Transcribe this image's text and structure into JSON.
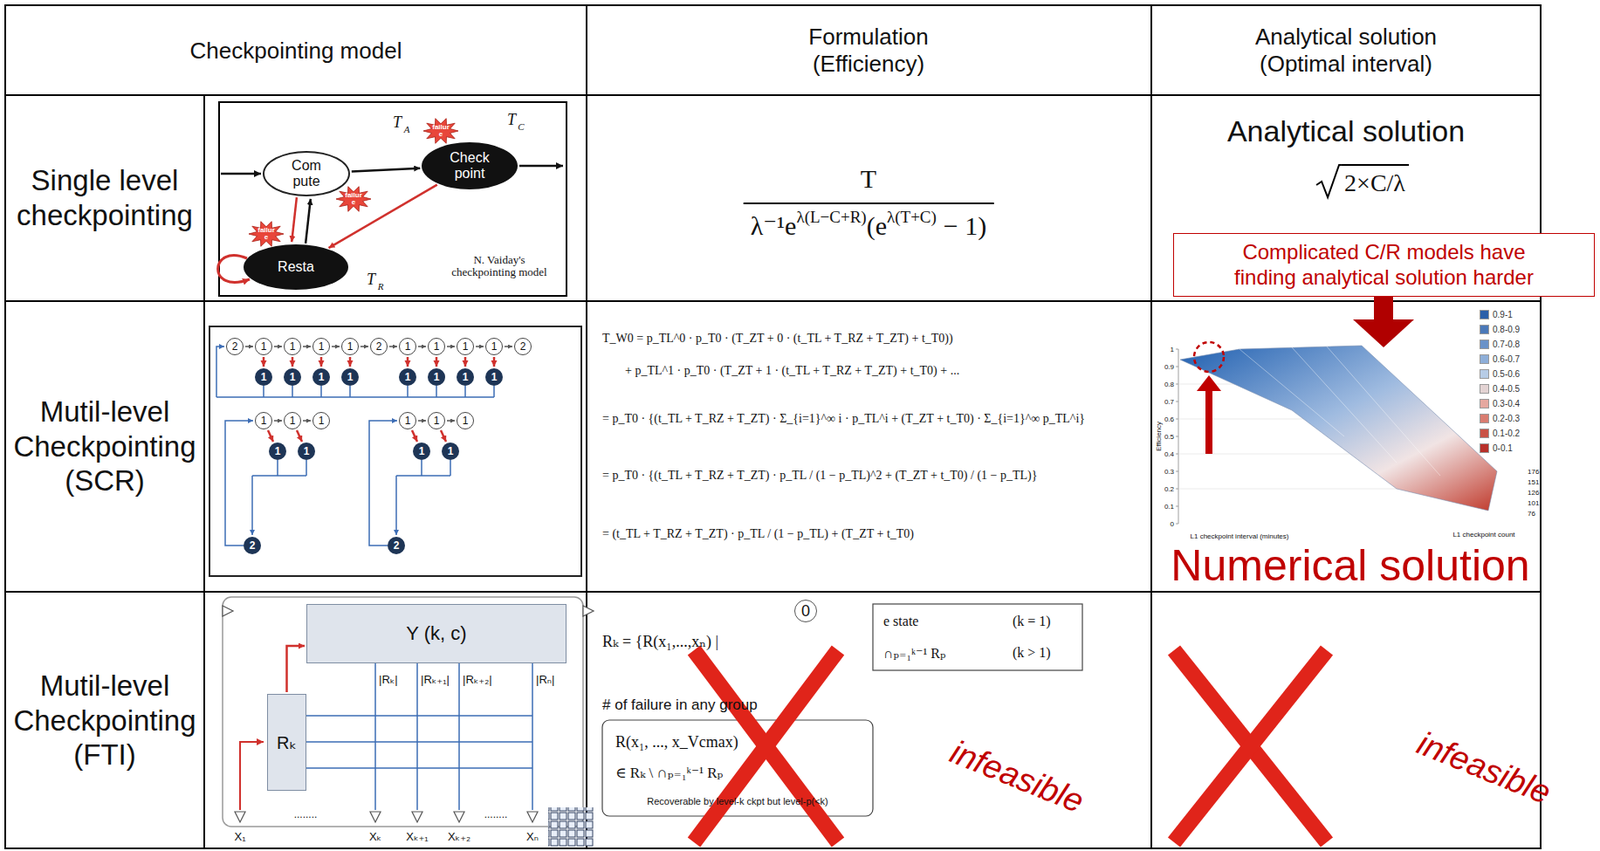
{
  "diagram": {
    "nodes": [
      {
        "text": [
          "Com pute"
        ]
      },
      {
        "text": [
          "failure"
        ]
      },
      {
        "text": [
          "Check point"
        ]
      },
      {
        "text": [
          "failure"
        ]
      },
      {
        "text": [
          "Resta"
        ]
      },
      {
        "text": [
          "failure"
        ]
      },
      {
        "text": [
          "Complicated C/R models have finding analytical solution harder"
        ]
      },
      {
        "text": [
          "2"
        ]
      },
      {
        "text": [
          "1"
        ]
      },
      {
        "text": [
          "1"
        ]
      },
      {
        "text": [
          "1"
        ]
      },
      {
        "text": [
          "1"
        ]
      },
      {
        "text": [
          "2"
        ]
      },
      {
        "text": [
          "1"
        ]
      },
      {
        "text": [
          "1"
        ]
      },
      {
        "text": [
          "1"
        ]
      },
      {
        "text": [
          "1"
        ]
      },
      {
        "text": [
          "2"
        ]
      },
      {
        "text": [
          "1"
        ]
      },
      {
        "text": [
          "1"
        ]
      },
      {
        "text": [
          "1"
        ]
      },
      {
        "text": [
          "1"
        ]
      },
      {
        "text": [
          "1"
        ]
      },
      {
        "text": [
          "1"
        ]
      },
      {
        "text": [
          "1"
        ]
      },
      {
        "text": [
          "1"
        ]
      },
      {
        "text": [
          "1"
        ]
      },
      {
        "text": [
          "1"
        ]
      },
      {
        "text": [
          "1"
        ]
      },
      {
        "text": [
          "1"
        ]
      },
      {
        "text": [
          "1"
        ]
      },
      {
        "text": [
          "2"
        ]
      },
      {
        "text": [
          "1"
        ]
      },
      {
        "text": [
          "1"
        ]
      },
      {
        "text": [
          "1"
        ]
      },
      {
        "text": [
          "1"
        ]
      },
      {
        "text": [
          "1"
        ]
      },
      {
        "text": [
          "2"
        ]
      },
      {
        "text": [
          "Y (k, c)"
        ]
      },
      {
        "text": [
          "Rₖ"
        ]
      }
    ],
    "edges": [
      {
        "from": 0,
        "to": 2,
        "arrow": "to"
      },
      {
        "from": 2,
        "to": 4,
        "arrow": "to"
      },
      {
        "from": 0,
        "to": 4,
        "arrow": "to"
      },
      {
        "from": 4,
        "to": 0,
        "arrow": "to"
      },
      {
        "from": 7,
        "to": 8,
        "arrow": "to"
      },
      {
        "from": 8,
        "to": 9,
        "arrow": "to"
      },
      {
        "from": 9,
        "to": 10,
        "arrow": "to"
      },
      {
        "from": 10,
        "to": 11,
        "arrow": "to"
      },
      {
        "from": 11,
        "to": 12,
        "arrow": "to"
      },
      {
        "from": 12,
        "to": 13,
        "arrow": "to"
      },
      {
        "from": 13,
        "to": 14,
        "arrow": "to"
      },
      {
        "from": 14,
        "to": 15,
        "arrow": "to"
      },
      {
        "from": 15,
        "to": 16,
        "arrow": "to"
      },
      {
        "from": 16,
        "to": 17,
        "arrow": "to"
      },
      {
        "from": 8,
        "to": 18,
        "arrow": "to"
      },
      {
        "from": 9,
        "to": 19,
        "arrow": "to"
      },
      {
        "from": 10,
        "to": 20,
        "arrow": "to"
      },
      {
        "from": 11,
        "to": 21,
        "arrow": "to"
      },
      {
        "from": 13,
        "to": 22,
        "arrow": "to"
      },
      {
        "from": 14,
        "to": 23,
        "arrow": "to"
      },
      {
        "from": 15,
        "to": 24,
        "arrow": "to"
      },
      {
        "from": 16,
        "to": 25,
        "arrow": "to"
      },
      {
        "from": 26,
        "to": 27,
        "arrow": "to"
      },
      {
        "from": 27,
        "to": 28,
        "arrow": "to"
      },
      {
        "from": 26,
        "to": 29,
        "arrow": "to"
      },
      {
        "from": 27,
        "to": 30,
        "arrow": "to"
      },
      {
        "from": 32,
        "to": 33,
        "arrow": "to"
      },
      {
        "from": 33,
        "to": 34,
        "arrow": "to"
      },
      {
        "from": 32,
        "to": 35,
        "arrow": "to"
      },
      {
        "from": 33,
        "to": 36,
        "arrow": "to"
      },
      {
        "from": 39,
        "to": 38,
        "arrow": "to"
      }
    ],
    "labels": [
      "Checkpointing model",
      "Formulation (Efficiency)",
      "Analytical solution (Optimal interval)",
      "Single level checkpointing",
      "Mutil-level Checkpointing (SCR)",
      "Mutil-level Checkpointing (FTI)",
      "T",
      "A",
      "T",
      "C",
      "T",
      "R",
      "N. Vaiday's checkpointing model",
      "T",
      "λ⁻¹e",
      "λ(L−C+R)",
      "(e",
      "λ(T+C)",
      "− 1)",
      "Analytical solution",
      "2×C/λ",
      "T_W0 = p_TL^0 · p_T0 · (T_ZT + 0 · (t_TL + T_RZ + T_ZT) + t_T0))",
      "+ p_TL^1 · p_T0 · (T_ZT + 1 · (t_TL + T_RZ + T_ZT) + t_T0) + ...",
      "= p_T0 · {(t_TL + T_RZ + T_ZT) · Σ_{i=1}^∞ i · p_TL^i + (T_ZT + t_T0) · Σ_{i=1}^∞ p_TL^i}",
      "= p_T0 · {(t_TL + T_RZ + T_ZT) · p_TL / (1 − p_TL)^2 + (T_ZT + t_T0) / (1 − p_TL)}",
      "= (t_TL + T_RZ + T_ZT) · p_TL / (1 − p_TL) + (T_ZT + t_T0)",
      "Efficiency",
      "1",
      "0.9",
      "0.8",
      "0.7",
      "0.6",
      "0.5",
      "0.4",
      "0.3",
      "0.2",
      "0.1",
      "0",
      "L1 checkpoint interval (minutes)",
      "L1 checkpoint count",
      "176",
      "151",
      "126",
      "101",
      "76",
      "Numerical solution",
      "|Rₖ|",
      "|Rₖ₊₁|",
      "|Rₖ₊₂|",
      "|Rₙ|",
      "X₁",
      "Xₖ",
      "Xₖ₊₁",
      "Xₖ₊₂",
      "Xₙ",
      "........",
      "........",
      "0",
      "Rₖ = {R(x₁,...,xₙ) |",
      "e state",
      "(k = 1)",
      "∩ₚ₌₁ᵏ⁻¹ Rₚ",
      "(k > 1)",
      "# of failure in any group",
      "R(x₁, ..., x_Vcmax)",
      "∈ Rₖ \\ ∩ₚ₌₁ᵏ⁻¹ Rₚ",
      "Recoverable by level-k ckpt but level-p(<k)",
      "infeasible",
      "infeasible"
    ],
    "legend": [
      {
        "text": "0.9-1",
        "color": "#2b5fa8"
      },
      {
        "text": "0.8-0.9",
        "color": "#4a78b8"
      },
      {
        "text": "0.7-0.8",
        "color": "#6a92c8"
      },
      {
        "text": "0.6-0.7",
        "color": "#8eaed8"
      },
      {
        "text": "0.5-0.6",
        "color": "#b7cce6"
      },
      {
        "text": "0.4-0.5",
        "color": "#e3d3d3"
      },
      {
        "text": "0.3-0.4",
        "color": "#e6a8a0"
      },
      {
        "text": "0.2-0.3",
        "color": "#d97c70"
      },
      {
        "text": "0.1-0.2",
        "color": "#c95245"
      },
      {
        "text": "0-0.1",
        "color": "#b8302a"
      }
    ]
  }
}
